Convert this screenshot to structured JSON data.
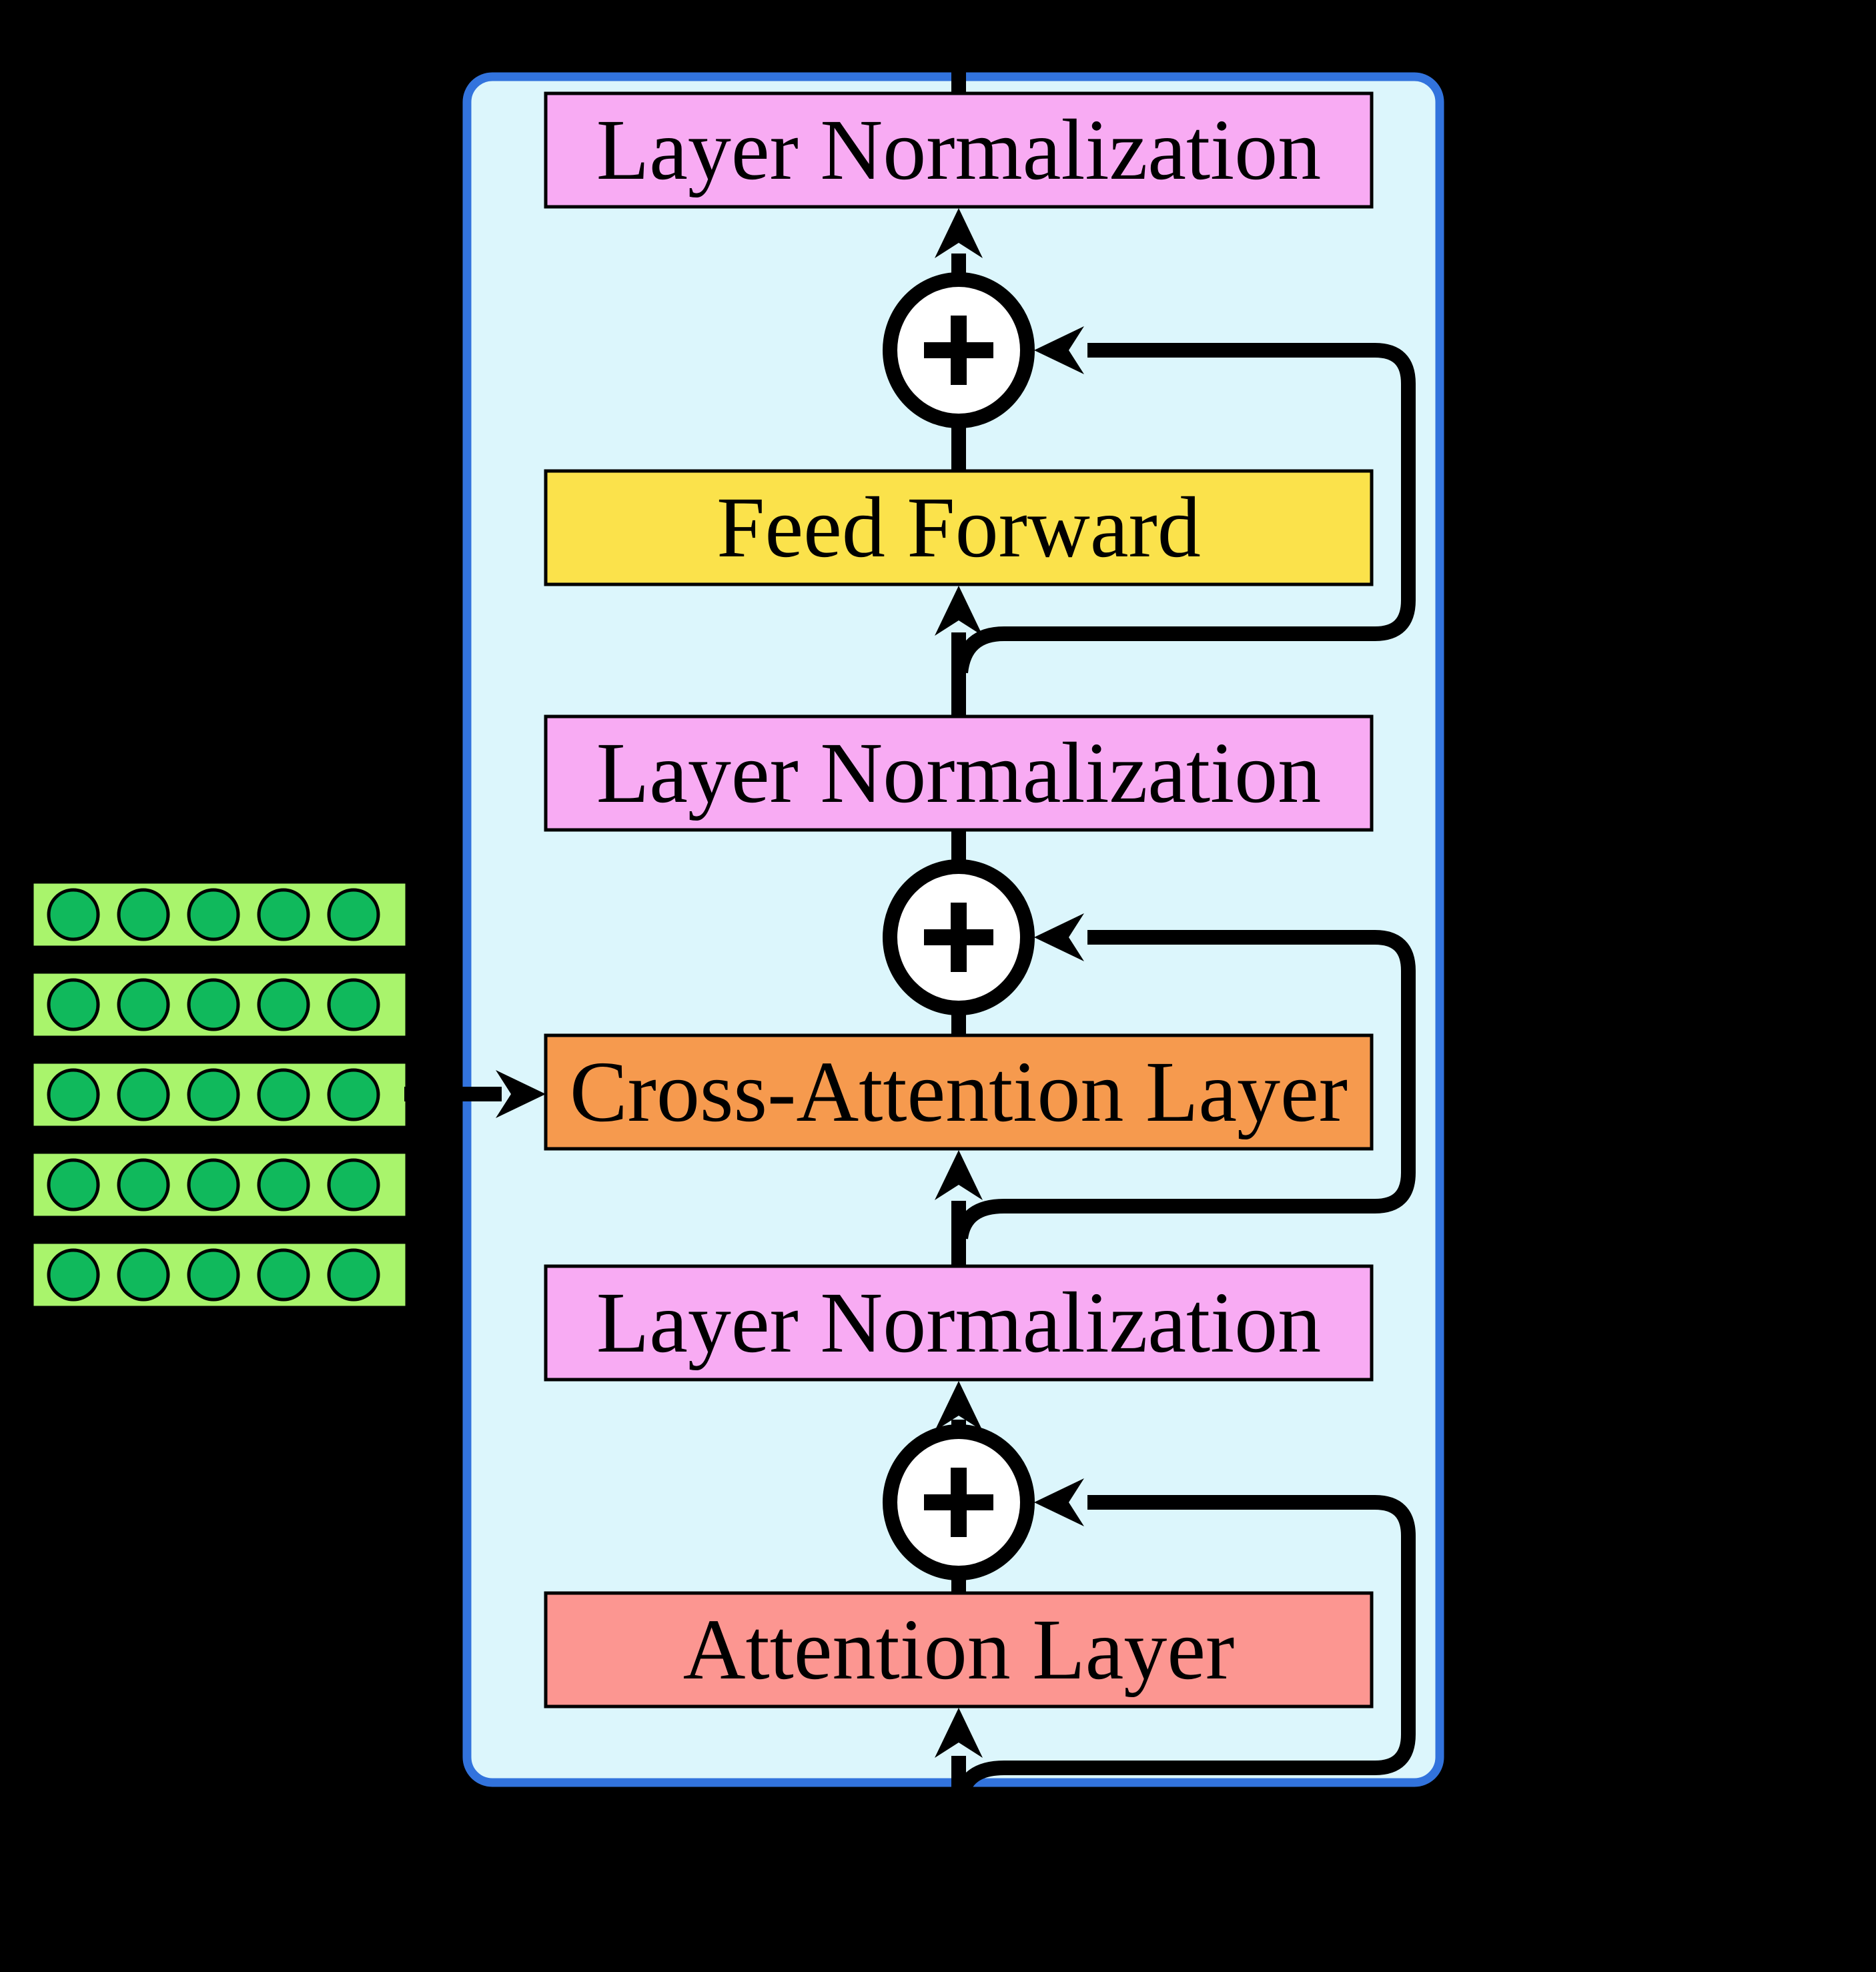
{
  "diagram": {
    "kind": "transformer-decoder-block",
    "background_color": "#000000",
    "container": {
      "fill": "#dcf6fc",
      "border_color": "#3273dd"
    },
    "boxes": {
      "layer_norm_top": {
        "label": "Layer Normalization",
        "fill": "#f8abf3"
      },
      "feed_forward": {
        "label": "Feed Forward",
        "fill": "#fbe24b"
      },
      "layer_norm_mid": {
        "label": "Layer Normalization",
        "fill": "#f8abf3"
      },
      "cross_attention": {
        "label": "Cross-Attention Layer",
        "fill": "#f69a4e"
      },
      "layer_norm_bottom": {
        "label": "Layer Normalization",
        "fill": "#f8abf3"
      },
      "attention": {
        "label": "Attention Layer",
        "fill": "#fc9691"
      }
    },
    "add_nodes": {
      "symbol": "+",
      "fill": "#ffffff",
      "count": 3
    },
    "token_matrix": {
      "rows": 5,
      "cols": 5,
      "row_fill": "#a9f46c",
      "dot_fill": "#10b95c"
    }
  }
}
